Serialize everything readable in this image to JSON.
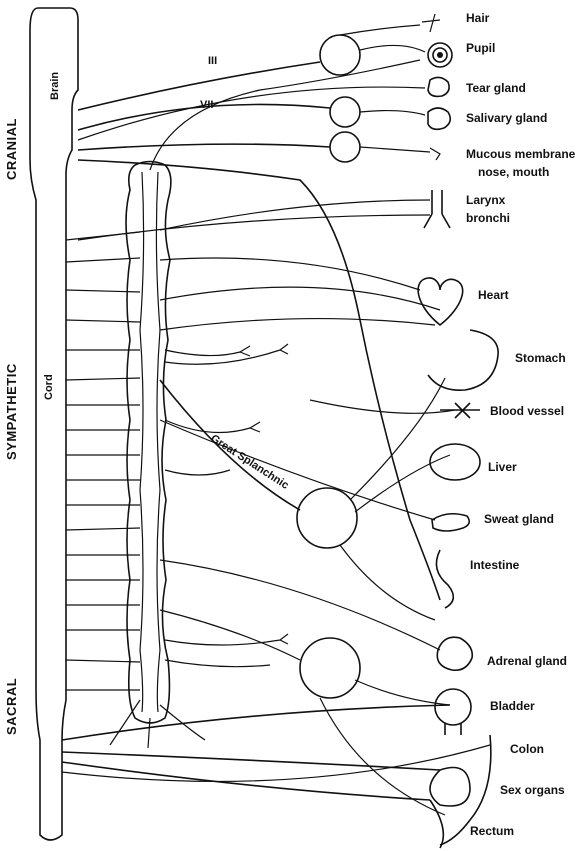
{
  "regions": {
    "cranial": "CRANIAL",
    "sympathetic": "SYMPATHETIC",
    "sacral": "SACRAL"
  },
  "cord": {
    "brain": "Brain",
    "cord": "Cord"
  },
  "nerves": {
    "third": "III",
    "seventh": "VII",
    "great_splanchnic": "Great Splanchnic"
  },
  "organs": {
    "hair": "Hair",
    "pupil": "Pupil",
    "tear_gland": "Tear gland",
    "salivary_gland": "Salivary gland",
    "mucous_line1": "Mucous membrane",
    "mucous_line2": "nose, mouth",
    "larynx_line1": "Larynx",
    "larynx_line2": "bronchi",
    "heart": "Heart",
    "stomach": "Stomach",
    "blood_vessel": "Blood vessel",
    "liver": "Liver",
    "sweat_gland": "Sweat gland",
    "intestine": "Intestine",
    "adrenal_gland": "Adrenal gland",
    "bladder": "Bladder",
    "colon": "Colon",
    "sex_organs": "Sex organs",
    "rectum": "Rectum"
  }
}
